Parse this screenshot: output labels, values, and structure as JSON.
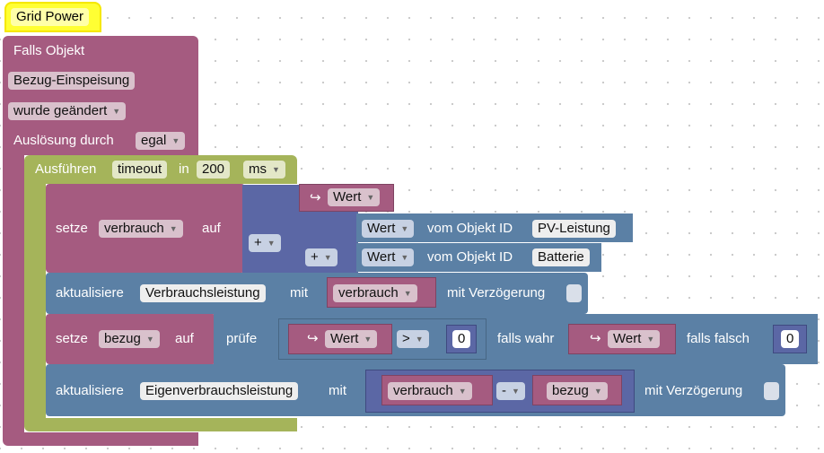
{
  "hat": {
    "title": "Grid Power"
  },
  "trigger": {
    "label": "Falls Objekt",
    "object_id": "Bezug-Einspeisung",
    "mode": "wurde geändert",
    "cause_label": "Auslösung durch",
    "cause_value": "egal"
  },
  "timeout": {
    "label": "Ausführen",
    "var": "timeout",
    "in_label": "in",
    "delay": "200",
    "unit": "ms"
  },
  "set1": {
    "set_label": "setze",
    "var": "verbrauch",
    "to_label": "auf",
    "op_outer": "+",
    "op_inner": "+",
    "value_label": "Wert",
    "value1_prop": "Wert",
    "from_object_label": "vom Objekt ID",
    "value1_object": "PV-Leistung",
    "value2_prop": "Wert",
    "value2_object": "Batterie"
  },
  "update1": {
    "label": "aktualisiere",
    "object": "Verbrauchsleistung",
    "with_label": "mit",
    "value_var": "verbrauch",
    "delay_label": "mit Verzögerung"
  },
  "set2": {
    "set_label": "setze",
    "var": "bezug",
    "to_label": "auf",
    "check_label": "prüfe",
    "cond_value": "Wert",
    "comparator": ">",
    "cond_number": "0",
    "if_true_label": "falls wahr",
    "true_value": "Wert",
    "if_false_label": "falls falsch",
    "false_number": "0"
  },
  "update2": {
    "label": "aktualisiere",
    "object": "Eigenverbrauchsleistung",
    "with_label": "mit",
    "left_var": "verbrauch",
    "op": "-",
    "right_var": "bezug",
    "delay_label": "mit Verzögerung"
  },
  "colors": {
    "trigger": "#a55b80",
    "timeout": "#a5b45a",
    "variables": "#a55b80",
    "math": "#5b67a5",
    "object": "#5b80a5",
    "hat": "#ffff33"
  }
}
